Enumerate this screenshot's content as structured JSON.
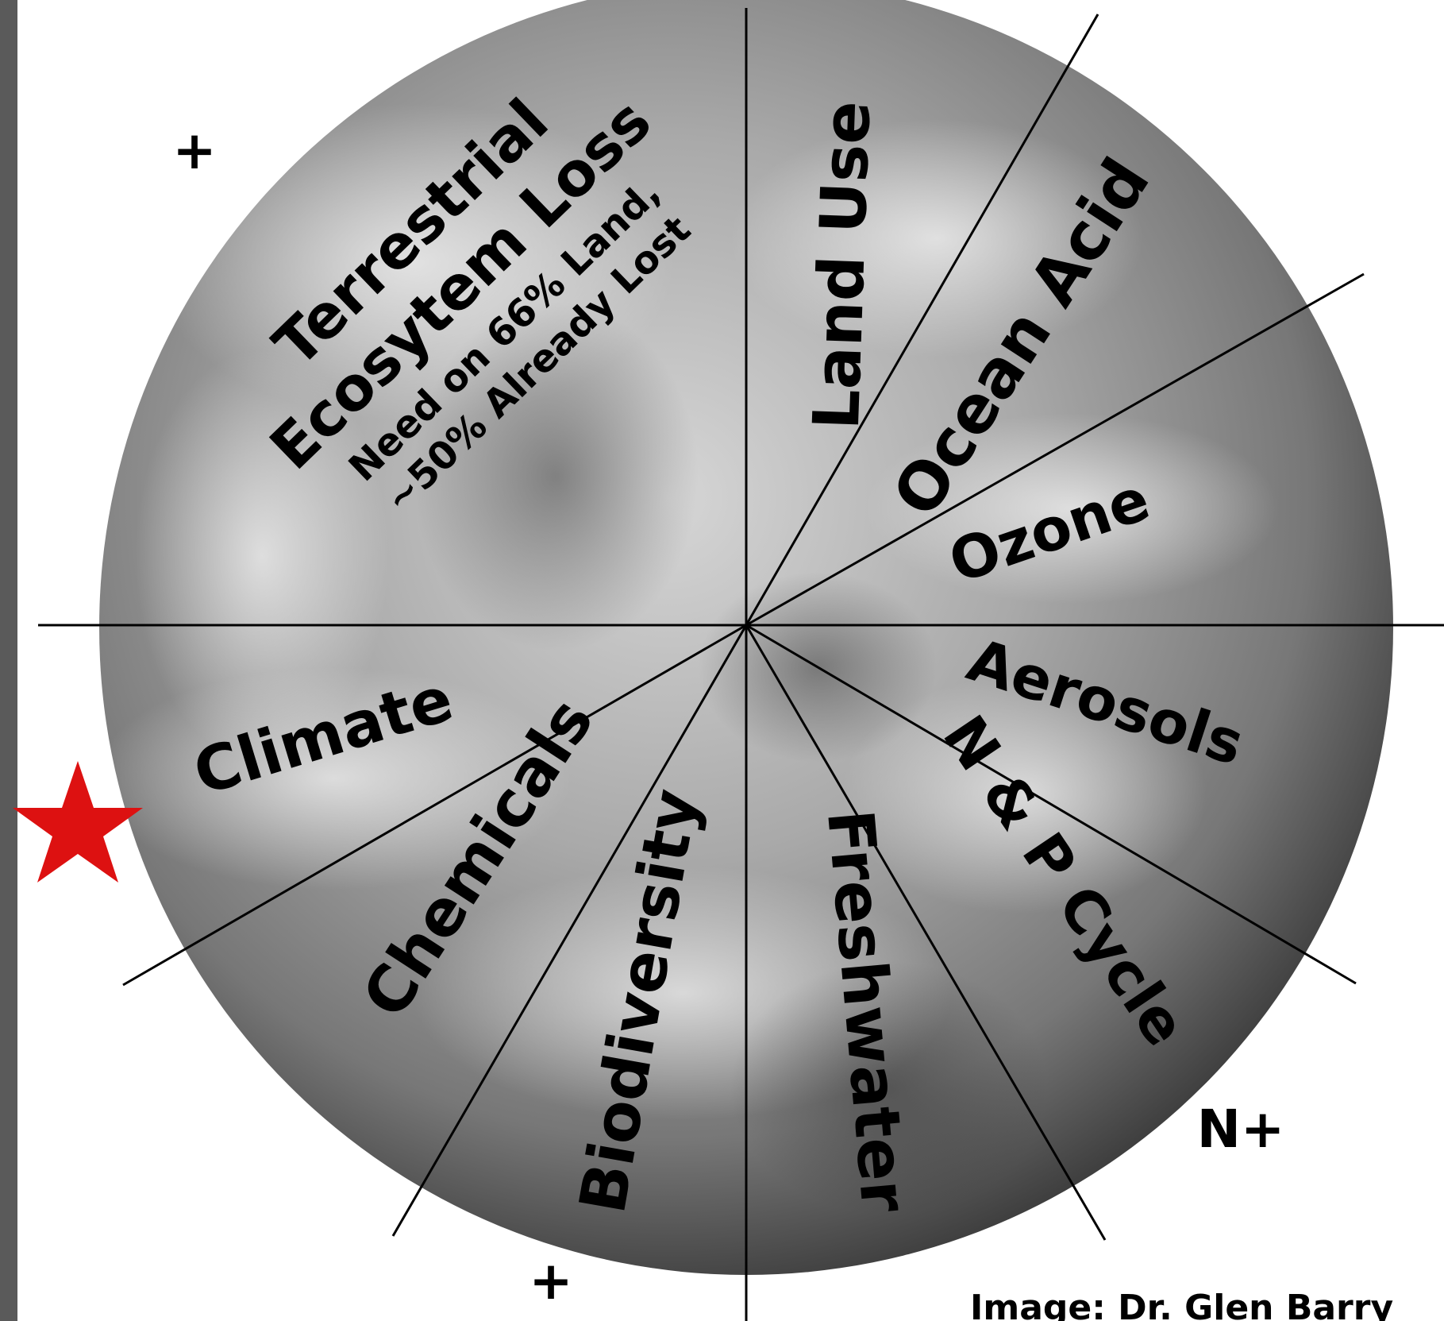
{
  "segments": {
    "terrestrial_line1": "Terrestrial",
    "terrestrial_line2": "Ecosytem Loss",
    "terrestrial_line3": "Need on 66% Land,",
    "terrestrial_line4": "~50% Already Lost",
    "land_use": "Land Use",
    "ocean_acid": "Ocean Acid",
    "ozone": "Ozone",
    "aerosols": "Aerosols",
    "np_cycle": "N & P Cycle",
    "freshwater": "Freshwater",
    "biodiversity": "Biodiversity",
    "chemicals": "Chemicals",
    "climate": "Climate"
  },
  "markers": {
    "plus_top_left": "+",
    "plus_bottom": "+",
    "n_plus": "N+"
  },
  "credit": "Image: Dr. Glen Barry",
  "colors": {
    "star": "#dd1111",
    "globe_dark": "#3d3d3d",
    "globe_light": "#c9c9c9",
    "left_bar": "#5a5a5a"
  },
  "icons": {
    "star": "star-icon",
    "globe": "earth-globe-icon"
  }
}
